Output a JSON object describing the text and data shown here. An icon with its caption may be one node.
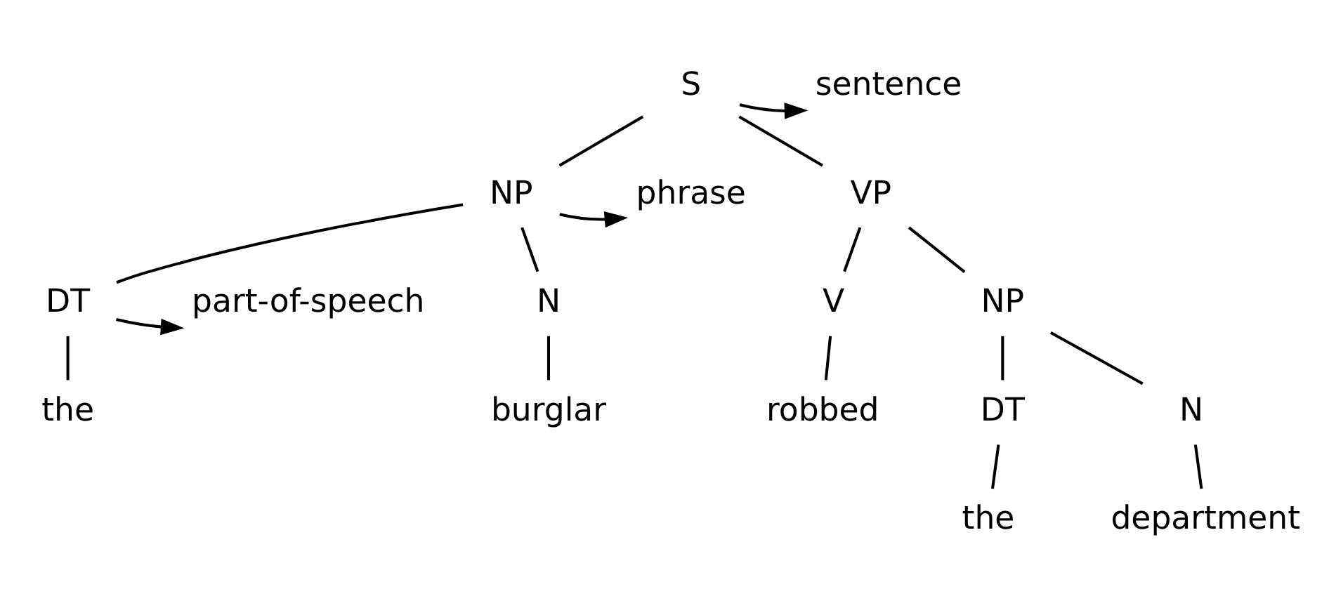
{
  "diagram": {
    "nodes": [
      {
        "text": [
          "S"
        ]
      },
      {
        "text": [
          "sentence"
        ]
      },
      {
        "text": [
          "phrase"
        ]
      },
      {
        "text": [
          "NP"
        ]
      },
      {
        "text": [
          "VP"
        ]
      },
      {
        "text": [
          "part-of-speech"
        ]
      },
      {
        "text": [
          "DT"
        ]
      },
      {
        "text": [
          "N"
        ]
      },
      {
        "text": [
          "V"
        ]
      },
      {
        "text": [
          "NP"
        ]
      },
      {
        "text": [
          "the"
        ]
      },
      {
        "text": [
          "burglar"
        ]
      },
      {
        "text": [
          "robbed"
        ]
      },
      {
        "text": [
          "DT"
        ]
      },
      {
        "text": [
          "N"
        ]
      },
      {
        "text": [
          "the"
        ]
      },
      {
        "text": [
          "department"
        ]
      }
    ],
    "edges": [
      {
        "from": 0,
        "to": 1,
        "arrow": "to"
      },
      {
        "from": 3,
        "to": 2,
        "arrow": "to"
      },
      {
        "from": 6,
        "to": 5,
        "arrow": "to"
      },
      {
        "from": 0,
        "to": 3,
        "arrow": "none"
      },
      {
        "from": 0,
        "to": 4,
        "arrow": "none"
      },
      {
        "from": 3,
        "to": 6,
        "arrow": "none"
      },
      {
        "from": 3,
        "to": 7,
        "arrow": "none"
      },
      {
        "from": 4,
        "to": 8,
        "arrow": "none"
      },
      {
        "from": 4,
        "to": 9,
        "arrow": "none"
      },
      {
        "from": 6,
        "to": 10,
        "arrow": "none"
      },
      {
        "from": 7,
        "to": 11,
        "arrow": "none"
      },
      {
        "from": 8,
        "to": 12,
        "arrow": "none"
      },
      {
        "from": 9,
        "to": 13,
        "arrow": "none"
      },
      {
        "from": 9,
        "to": 14,
        "arrow": "none"
      },
      {
        "from": 13,
        "to": 15,
        "arrow": "none"
      },
      {
        "from": 14,
        "to": 16,
        "arrow": "none"
      }
    ]
  }
}
